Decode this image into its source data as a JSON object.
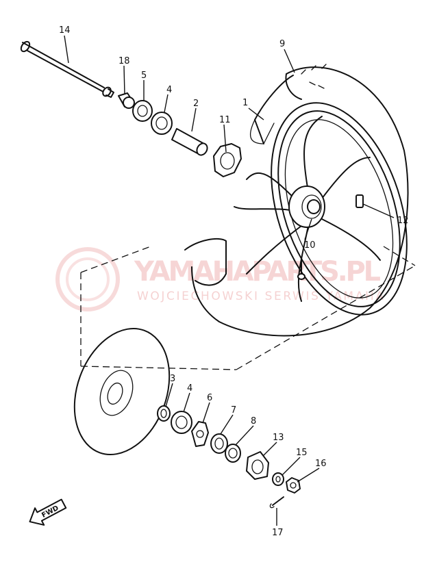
{
  "diagram": {
    "watermark": {
      "brand": "YAMAHAPARTS.PL",
      "subtitle": "WOJCIECHOWSKI SERWIS YAMAHA"
    },
    "fwd_label": "FWD",
    "callouts": {
      "c1": "1",
      "c2": "2",
      "c3a": "3",
      "c4a": "4",
      "c4b": "4",
      "c5": "5",
      "c6": "6",
      "c7": "7",
      "c8": "8",
      "c9": "9",
      "c10": "10",
      "c11": "11",
      "c12": "12",
      "c13": "13",
      "c14": "14",
      "c15": "15",
      "c16": "16",
      "c17": "17",
      "c18": "18"
    }
  }
}
